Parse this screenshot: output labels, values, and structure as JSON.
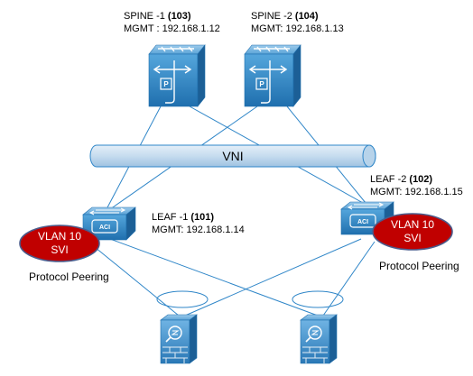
{
  "spines": [
    {
      "name": "SPINE -1 ",
      "id": "(103)",
      "mgmt": "MGMT : 192.168.1.12"
    },
    {
      "name": "SPINE -2 ",
      "id": "(104)",
      "mgmt": "MGMT: 192.168.1.13"
    }
  ],
  "vni": {
    "label": "VNI"
  },
  "leaves": [
    {
      "name": "LEAF -1 ",
      "id": "(101)",
      "mgmt": "MGMT: 192.168.1.14",
      "chip": "ACI"
    },
    {
      "name": "LEAF -2 ",
      "id": "(102)",
      "mgmt": "MGMT: 192.168.1.15",
      "chip": "ACI"
    }
  ],
  "svis": [
    {
      "line1": "VLAN 10",
      "line2": "SVI",
      "caption": "Protocol Peering"
    },
    {
      "line1": "VLAN 10",
      "line2": "SVI",
      "caption": "Protocol Peering"
    }
  ],
  "spine_badge": "P",
  "icons": {
    "spine": "spine-switch-icon",
    "leaf": "aci-leaf-switch-icon",
    "host": "firewall-appliance-icon"
  },
  "colors": {
    "device_blue": "#2f86c8",
    "link_blue": "#2f86c8",
    "vni_fill": "#c6dcef",
    "svi_red": "#c00000"
  }
}
